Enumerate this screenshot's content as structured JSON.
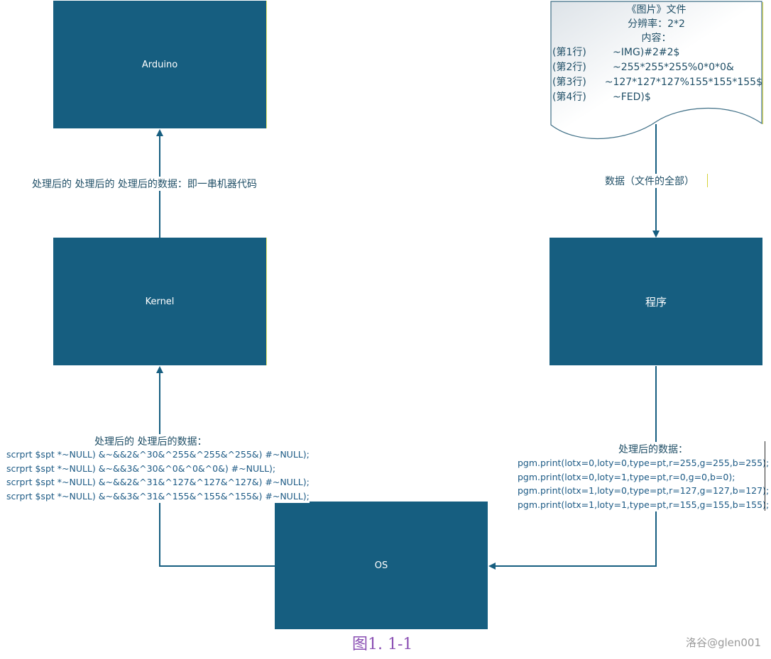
{
  "nodes": {
    "arduino": "Arduino",
    "kernel": "Kernel",
    "program": "程序",
    "os": "OS"
  },
  "document": {
    "title": "《图片》文件",
    "resolution": "分辨率：2*2",
    "content_label": "内容：",
    "rows": [
      {
        "label": "(第1行)",
        "value": "~IMG)#2#2$"
      },
      {
        "label": "(第2行)",
        "value": "~255*255*255%0*0*0&"
      },
      {
        "label": "(第3行)",
        "value": "~127*127*127%155*155*155$"
      },
      {
        "label": "(第4行)",
        "value": "~FED)$"
      }
    ]
  },
  "edges": {
    "doc_to_program": "数据（文件的全部）",
    "kernel_to_arduino": "处理后的 处理后的 处理后的数据：即一串机器代码",
    "os_to_kernel": {
      "title": "处理后的 处理后的数据：",
      "lines": [
        "scrprt $spt *~NULL) &~&&2&^30&^255&^255&^255&) #~NULL);",
        "scrprt $spt *~NULL) &~&&3&^30&^0&^0&^0&) #~NULL);",
        "scrprt $spt *~NULL) &~&&2&^31&^127&^127&^127&) #~NULL);",
        "scrprt $spt *~NULL) &~&&3&^31&^155&^155&^155&) #~NULL);"
      ]
    },
    "program_to_os": {
      "title": "处理后的数据：",
      "lines": [
        "pgm.print(lotx=0,loty=0,type=pt,r=255,g=255,b=255);",
        "pgm.print(lotx=0,loty=1,type=pt,r=0,g=0,b=0);",
        "pgm.print(lotx=1,loty=0,type=pt,r=127,g=127,b=127);",
        "pgm.print(lotx=1,loty=1,type=pt,r=155,g=155,b=155);"
      ]
    }
  },
  "caption": "图1. 1-1",
  "watermark": "洛谷@glen001",
  "colors": {
    "box_fill": "#165e80",
    "line": "#165e80",
    "caption": "#8a4fb3"
  }
}
